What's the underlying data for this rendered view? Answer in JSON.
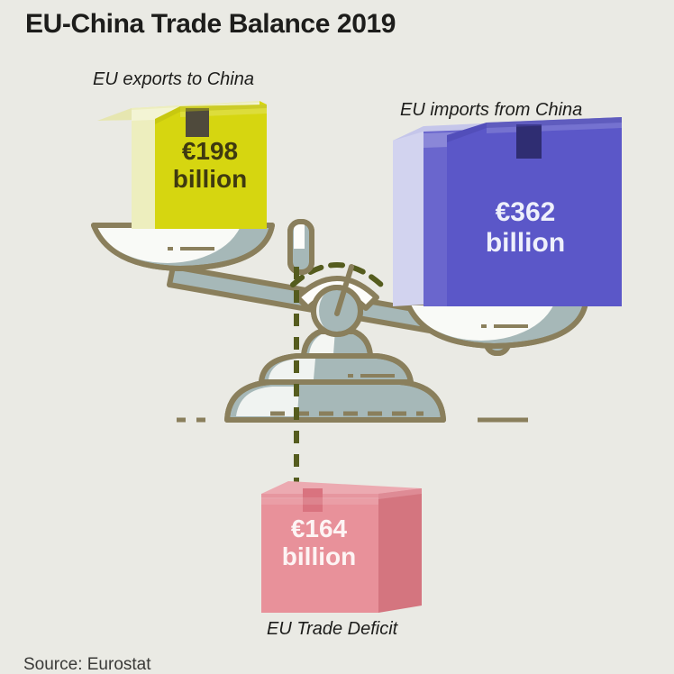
{
  "header": {
    "title": "EU-China Trade Balance 2019"
  },
  "captions": {
    "exports": "EU exports to China",
    "imports": "EU imports from China",
    "deficit": "EU Trade Deficit"
  },
  "footer": {
    "source": "Source: Eurostat"
  },
  "boxes": {
    "exports": {
      "label": "€198\nbillion",
      "value": 198,
      "currency": "€",
      "unit": "billion",
      "color": "#d6d610",
      "side_color": "#e9e9a8",
      "text_color": "#3f3a10",
      "tape_color": "#4f4a3c"
    },
    "imports": {
      "label": "€362\nbillion",
      "value": 362,
      "currency": "€",
      "unit": "billion",
      "color": "#5b57c8",
      "side_color": "#c5c6ea",
      "text_color": "#eef0fb",
      "tape_color": "#2f2d72"
    },
    "deficit": {
      "label": "€164\nbillion",
      "value": 164,
      "currency": "€",
      "unit": "billion",
      "color": "#e8919a",
      "side_color": "#d4757f",
      "text_color": "#fdf4f4",
      "tape_color": "#d9737f"
    }
  },
  "palette": {
    "background": "#eaeae4",
    "outline": "#8a7f5c",
    "metal": "#a6b8b8",
    "metal_light": "#fdfdfa",
    "dashed_line": "#555c1e",
    "title_color": "#1d1d1b"
  },
  "chart_data": {
    "type": "bar",
    "title": "EU-China Trade Balance 2019",
    "categories": [
      "EU exports to China",
      "EU imports from China",
      "EU Trade Deficit"
    ],
    "values": [
      198,
      362,
      164
    ],
    "unit": "€ billion",
    "xlabel": "",
    "ylabel": "€ billion",
    "annotations": [
      "€198 billion",
      "€362 billion",
      "€164 billion"
    ],
    "source": "Source: Eurostat",
    "legend": "none",
    "grid": false
  }
}
